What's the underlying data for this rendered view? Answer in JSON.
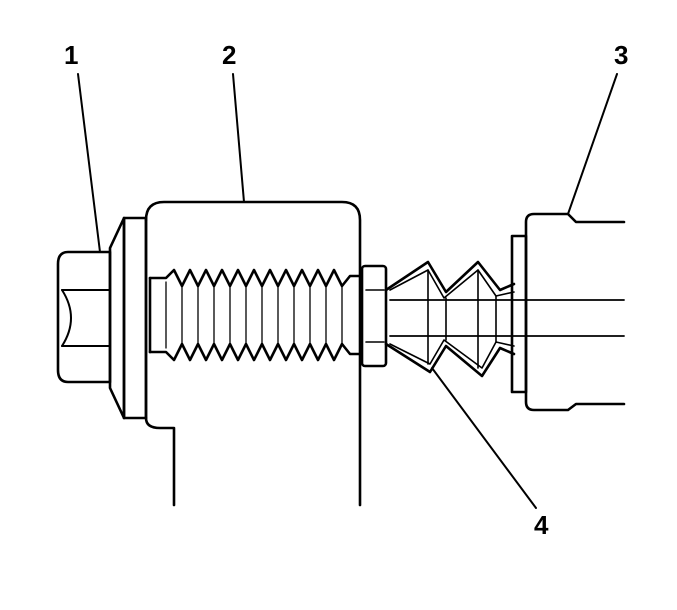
{
  "diagram": {
    "callouts": [
      {
        "id": "1",
        "label": "1"
      },
      {
        "id": "2",
        "label": "2"
      },
      {
        "id": "3",
        "label": "3"
      },
      {
        "id": "4",
        "label": "4"
      }
    ]
  },
  "colors": {
    "stroke": "#000000",
    "background": "#ffffff"
  }
}
